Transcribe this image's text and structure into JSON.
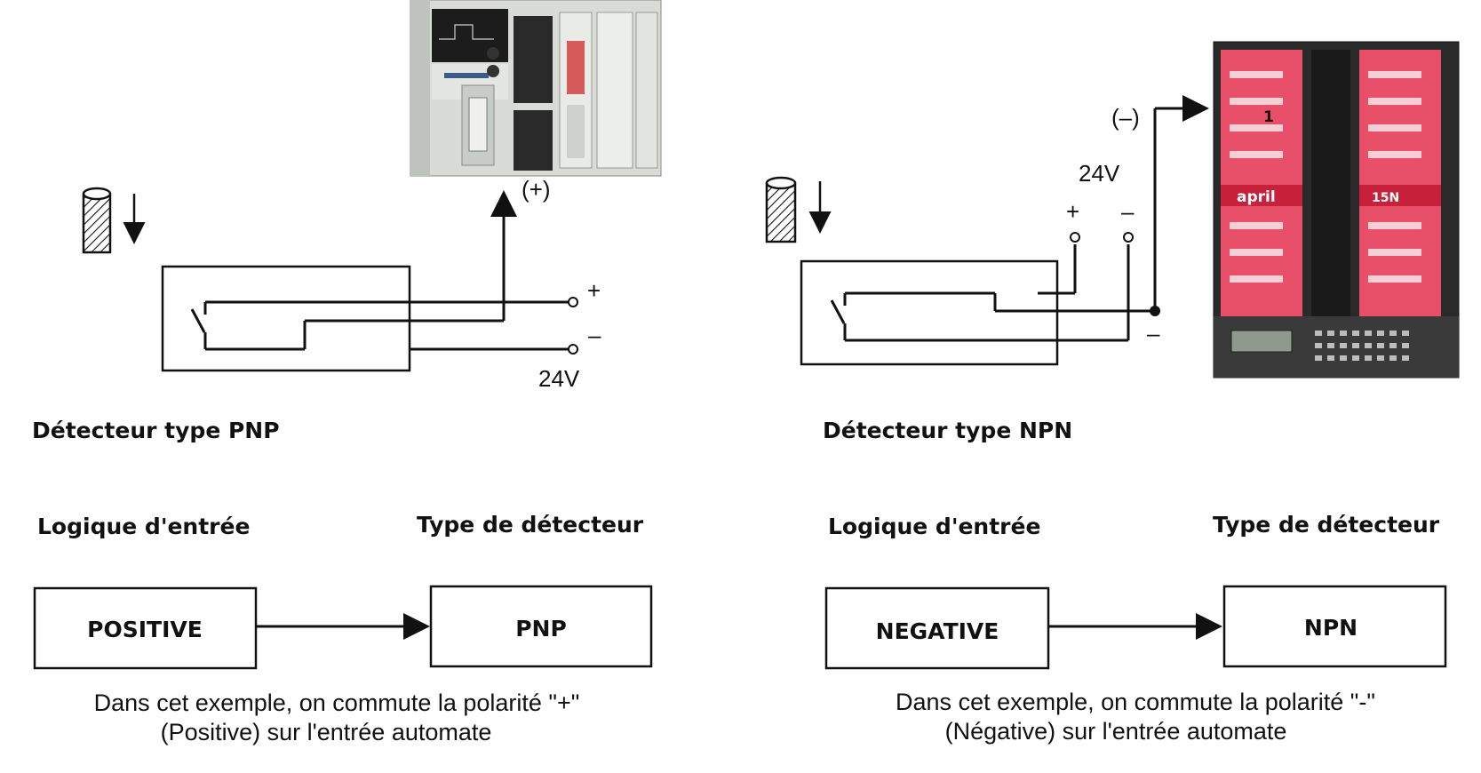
{
  "left": {
    "plc_terminal_label": "(+)",
    "plus_label": "+",
    "minus_label": "–",
    "voltage_label": "24V",
    "detector_title": "Détecteur type PNP",
    "logic_heading": "Logique d'entrée",
    "type_heading": "Type de détecteur",
    "logic_box": "POSITIVE",
    "type_box": "PNP",
    "caption_line1": "Dans cet exemple, on commute la polarité \"+\"",
    "caption_line2": "(Positive) sur l'entrée automate"
  },
  "right": {
    "plc_terminal_label": "(–)",
    "plus_label": "+",
    "minus_label": "–",
    "lower_minus_label": "–",
    "voltage_label": "24V",
    "detector_title": "Détecteur type NPN",
    "logic_heading": "Logique d'entrée",
    "type_heading": "Type de détecteur",
    "logic_box": "NEGATIVE",
    "type_box": "NPN",
    "caption_line1": "Dans cet exemple, on commute la polarité \"-\"",
    "caption_line2": "(Négative) sur l'entrée automate",
    "plc_brand": "april",
    "plc_model": "15N",
    "plc_slot_number": "1"
  },
  "colors": {
    "line": "#111111",
    "plc_left_body": "#d9dcd6",
    "plc_right_body": "#2a2a2a",
    "plc_right_module": "#e8506a"
  }
}
